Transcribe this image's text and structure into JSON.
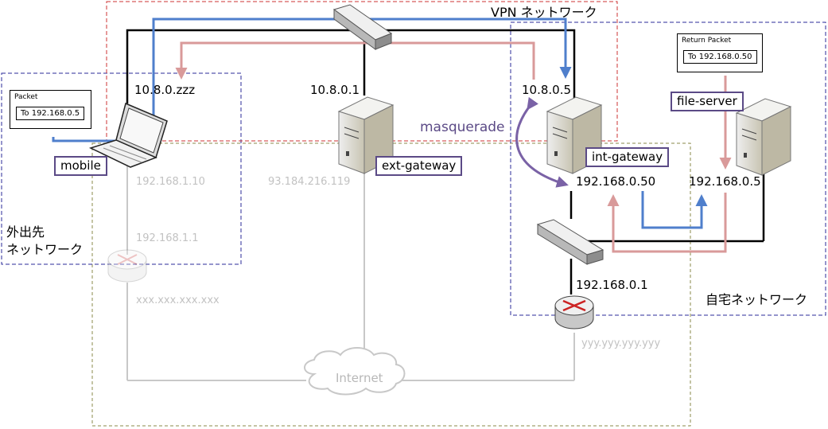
{
  "networks": {
    "vpn": "VPN ネットワーク",
    "outside_line1": "外出先",
    "outside_line2": "ネットワーク",
    "home": "自宅ネットワーク"
  },
  "ips": {
    "mobile_vpn": "10.8.0.zzz",
    "ext_vpn": "10.8.0.1",
    "int_vpn": "10.8.0.5",
    "int_lan": "192.168.0.50",
    "fs_lan": "192.168.0.5",
    "home_router": "192.168.0.1",
    "mobile_lan": "192.168.1.10",
    "outside_router": "192.168.1.1",
    "outside_wan": "xxx.xxx.xxx.xxx",
    "ext_public": "93.184.216.119",
    "home_wan": "yyy.yyy.yyy.yyy"
  },
  "hosts": {
    "mobile": "mobile",
    "ext_gateway": "ext-gateway",
    "int_gateway": "int-gateway",
    "file_server": "file-server"
  },
  "packets": {
    "request_title": "Packet",
    "request_to": "To 192.168.0.5",
    "return_title": "Return Packet",
    "return_to": "To 192.168.0.50"
  },
  "masquerade": "masquerade",
  "internet": "Internet",
  "colors": {
    "request_path": "#4f7fcc",
    "return_path": "#d99a9a",
    "masquerade": "#7a62a6",
    "vpn_border": "#cc3333",
    "outside_border": "#2b2b9a",
    "home_border": "#2b2b9a",
    "internet_border": "#8a8a4a",
    "inactive": "#c8c8c8"
  }
}
